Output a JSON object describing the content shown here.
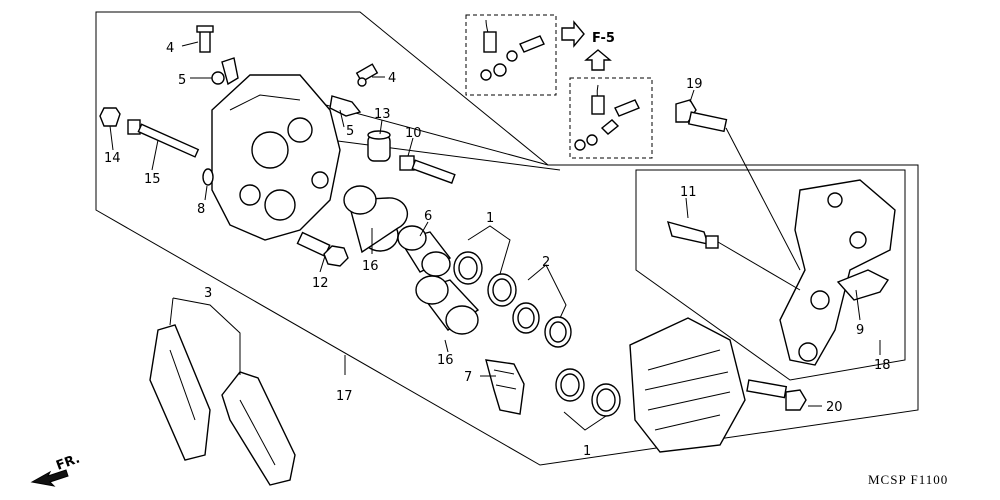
{
  "labels": {
    "l4a": "4",
    "l5a": "5",
    "l4b": "4",
    "l5b": "5",
    "l13": "13",
    "l10": "10",
    "l14": "14",
    "l15": "15",
    "l8": "8",
    "l12": "12",
    "l16a": "16",
    "l6": "6",
    "l1a": "1",
    "l2": "2",
    "l16b": "16",
    "l7": "7",
    "l3": "3",
    "l17": "17",
    "l1b": "1",
    "l19": "19",
    "l11": "11",
    "l9": "9",
    "l18": "18",
    "l20": "20"
  },
  "reference": "F-5",
  "direction": "FR.",
  "figure_code": "MCSP  F1100"
}
